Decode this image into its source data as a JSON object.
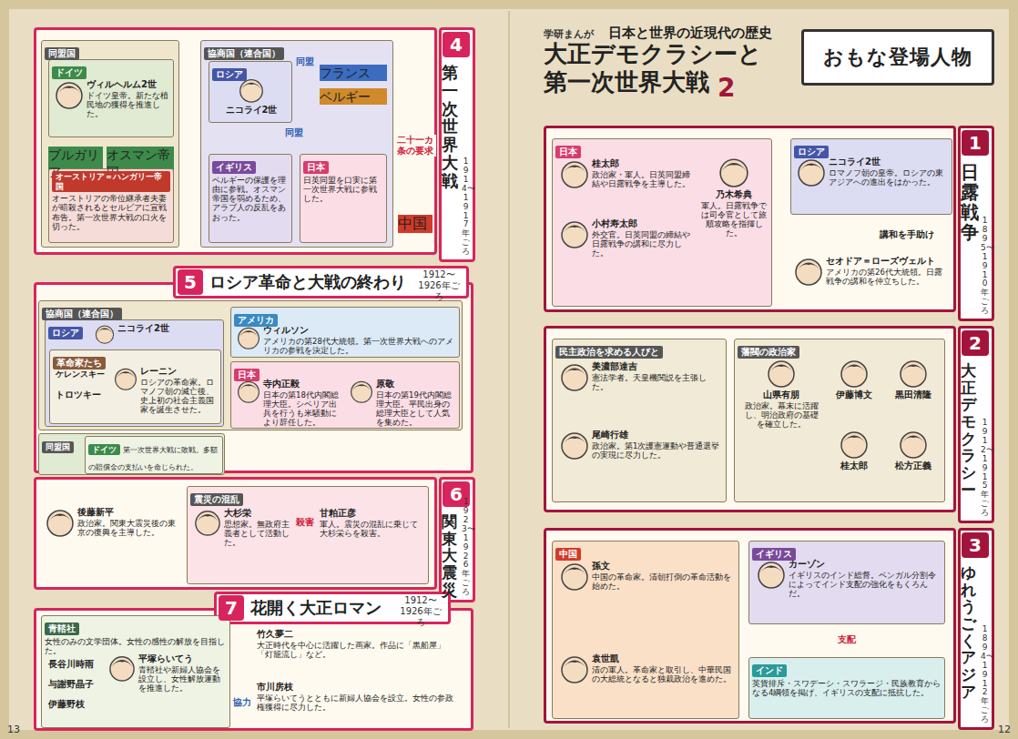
{
  "diagram": {
    "title": "大正デモクラシーと 第一次世界大戦",
    "nodes": [
      {
        "text": [
          "おもな登場人物"
        ]
      },
      {
        "text": [
          "1",
          "日露戦争",
          "1895〜1910年ごろ"
        ]
      },
      {
        "text": [
          "日本"
        ],
        "in": 1
      },
      {
        "text": [
          "桂太郎",
          "政治家・軍人。日英同盟締結や日露戦争を主導した。"
        ],
        "in": 2
      },
      {
        "text": [
          "小村寿太郎",
          "外交官。日英同盟の締結や日露戦争の講和に尽力した。"
        ],
        "in": 2
      },
      {
        "text": [
          "乃木希典",
          "軍人。日露戦争では司令官として旅順攻略を指揮した。"
        ],
        "in": 2
      },
      {
        "text": [
          "ロシア"
        ],
        "in": 1
      },
      {
        "text": [
          "ニコライ2世",
          "ロマノフ朝の皇帝。ロシアの東アジアへの進出をはかった。"
        ],
        "in": 6
      },
      {
        "text": [
          "セオドア＝ローズヴェルト",
          "アメリカの第26代大統領。日露戦争の講和を仲立ちした。"
        ],
        "in": 1
      },
      {
        "text": [
          "2",
          "大正デモクラシー",
          "1912〜1915年ごろ"
        ]
      },
      {
        "text": [
          "民主政治を求める人びと"
        ],
        "in": 9
      },
      {
        "text": [
          "美濃部達吉",
          "憲法学者。天皇機関説を主張した。"
        ],
        "in": 10
      },
      {
        "text": [
          "尾崎行雄",
          "政治家。第1次護憲運動や普通選挙の実現に尽力した。"
        ],
        "in": 10
      },
      {
        "text": [
          "藩閥の政治家"
        ],
        "in": 9
      },
      {
        "text": [
          "山県有朋",
          "政治家。幕末に活躍し、明治政府の基礎を確立した。"
        ],
        "in": 13
      },
      {
        "text": [
          "伊藤博文"
        ],
        "in": 13
      },
      {
        "text": [
          "黒田清隆"
        ],
        "in": 13
      },
      {
        "text": [
          "桂太郎"
        ],
        "in": 13
      },
      {
        "text": [
          "松方正義"
        ],
        "in": 13
      },
      {
        "text": [
          "3",
          "ゆれうごくアジア",
          "1894〜1912年ごろ"
        ]
      },
      {
        "text": [
          "中国"
        ],
        "in": 19
      },
      {
        "text": [
          "孫文",
          "中国の革命家。清朝打倒の革命活動を始めた。"
        ],
        "in": 20
      },
      {
        "text": [
          "袁世凱",
          "清の軍人。革命家と取引し、中華民国の大総統となると独裁政治を進めた。"
        ],
        "in": 20
      },
      {
        "text": [
          "イギリス"
        ],
        "in": 19
      },
      {
        "text": [
          "カーゾン",
          "イギリスのインド総督。ベンガル分割令によってインド支配の強化をもくろんだ。"
        ],
        "in": 23
      },
      {
        "text": [
          "インド",
          "英貨排斥・スワデーシ・スワラージ・民族教育からなる4綱領を掲げ、イギリスの支配に抵抗した。"
        ],
        "in": 19
      },
      {
        "text": [
          "4",
          "第一次世界大戦",
          "1914〜1917年ごろ"
        ]
      },
      {
        "text": [
          "同盟国"
        ],
        "in": 26
      },
      {
        "text": [
          "ドイツ"
        ],
        "in": 27
      },
      {
        "text": [
          "ヴィルヘルム2世",
          "ドイツ皇帝。新たな植民地の獲得を推進した。"
        ],
        "in": 28
      },
      {
        "text": [
          "ブルガリア"
        ],
        "in": 27
      },
      {
        "text": [
          "オスマン帝国"
        ],
        "in": 27
      },
      {
        "text": [
          "オーストリア＝ハンガリー帝国",
          "オーストリアの帝位継承者夫妻が暗殺されるとセルビアに宣戦布告。第一次世界大戦の口火を切った。"
        ],
        "in": 27
      },
      {
        "text": [
          "協商国（連合国）"
        ],
        "in": 26
      },
      {
        "text": [
          "ロシア"
        ],
        "in": 33
      },
      {
        "text": [
          "ニコライ2世"
        ],
        "in": 34
      },
      {
        "text": [
          "フランス"
        ],
        "in": 33
      },
      {
        "text": [
          "ベルギー"
        ],
        "in": 33
      },
      {
        "text": [
          "イギリス",
          "ベルギーの保護を理由に参戦。オスマン帝国を弱めるため、アラブ人の反乱をあおった。"
        ],
        "in": 33
      },
      {
        "text": [
          "日本",
          "日英同盟を口実に第一次世界大戦に参戦した。"
        ],
        "in": 33
      },
      {
        "text": [
          "中国"
        ],
        "in": 26
      },
      {
        "text": [
          "5",
          "ロシア革命と大戦の終わり",
          "1912〜1926年ごろ"
        ]
      },
      {
        "text": [
          "協商国（連合国）"
        ],
        "in": 41
      },
      {
        "text": [
          "ロシア"
        ],
        "in": 42
      },
      {
        "text": [
          "ニコライ2世"
        ],
        "in": 43
      },
      {
        "text": [
          "革命家たち"
        ],
        "in": 43
      },
      {
        "text": [
          "ケレンスキー"
        ],
        "in": 45
      },
      {
        "text": [
          "トロツキー"
        ],
        "in": 45
      },
      {
        "text": [
          "レーニン",
          "ロシアの革命家。ロマノフ朝の滅亡後、史上初の社会主義国家を誕生させた。"
        ],
        "in": 45
      },
      {
        "text": [
          "アメリカ"
        ],
        "in": 42
      },
      {
        "text": [
          "ウィルソン",
          "アメリカの第28代大統領。第一次世界大戦へのアメリカの参戦を決定した。"
        ],
        "in": 49
      },
      {
        "text": [
          "日本"
        ],
        "in": 42
      },
      {
        "text": [
          "寺内正毅",
          "日本の第18代内閣総理大臣。シベリア出兵を行うも米騒動により辞任した。"
        ],
        "in": 51
      },
      {
        "text": [
          "原敬",
          "日本の第19代内閣総理大臣。平民出身の総理大臣として人気を集めた。"
        ],
        "in": 51
      },
      {
        "text": [
          "同盟国"
        ],
        "in": 41
      },
      {
        "text": [
          "ドイツ",
          "第一次世界大戦に敗戦。多額の賠償金の支払いを命じられた。"
        ],
        "in": 54
      },
      {
        "text": [
          "6",
          "関東大震災",
          "1923〜1926年ごろ"
        ]
      },
      {
        "text": [
          "後藤新平",
          "政治家。関東大震災後の東京の復興を主導した。"
        ],
        "in": 56
      },
      {
        "text": [
          "震災の混乱"
        ],
        "in": 56
      },
      {
        "text": [
          "大杉栄",
          "思想家。無政府主義者として活動した。"
        ],
        "in": 58
      },
      {
        "text": [
          "甘粕正彦",
          "軍人。震災の混乱に乗じて大杉栄らを殺害。"
        ],
        "in": 58
      },
      {
        "text": [
          "7",
          "花開く大正ロマン",
          "1912〜1926年ごろ"
        ]
      },
      {
        "text": [
          "青鞜社",
          "女性のみの文学団体。女性の感性の解放を目指した。"
        ],
        "in": 61
      },
      {
        "text": [
          "長谷川時雨"
        ],
        "in": 62
      },
      {
        "text": [
          "与謝野晶子"
        ],
        "in": 62
      },
      {
        "text": [
          "伊藤野枝"
        ],
        "in": 62
      },
      {
        "text": [
          "平塚らいてう",
          "青鞜社や新婦人協会を設立し、女性解放運動を推進した。"
        ],
        "in": 62
      },
      {
        "text": [
          "竹久夢二",
          "大正時代を中心に活躍した画家。作品に「黒船屋」「灯籠流し」など。"
        ],
        "in": 61
      },
      {
        "text": [
          "市川房枝",
          "平塚らいてうとともに新婦人協会を設立。女性の参政権獲得に尽力した。"
        ],
        "in": 61
      }
    ],
    "edges": [
      {
        "from": 2,
        "to": 6,
        "arrow": "none"
      },
      {
        "from": 8,
        "to": 2,
        "arrow": "to"
      },
      {
        "from": 8,
        "to": 6,
        "arrow": "to",
        "label": "講和を手助け"
      },
      {
        "from": 21,
        "to": 22,
        "arrow": "both"
      },
      {
        "from": 23,
        "to": 25,
        "arrow": "to",
        "label": "支配"
      },
      {
        "from": 27,
        "to": 33,
        "arrow": "both"
      },
      {
        "from": 34,
        "to": 36,
        "arrow": "both",
        "label": "同盟"
      },
      {
        "from": 38,
        "to": 39,
        "arrow": "both",
        "label": "同盟"
      },
      {
        "from": 39,
        "to": 40,
        "arrow": "to",
        "label": "二十一カ条の要求"
      },
      {
        "from": 60,
        "to": 59,
        "arrow": "to",
        "label": "殺害"
      },
      {
        "from": 66,
        "to": 68,
        "arrow": "both",
        "label": "協力"
      }
    ],
    "labels": [
      "学研まんが",
      "日本と世界の近現代の歴史",
      "2",
      "13",
      "12"
    ]
  }
}
